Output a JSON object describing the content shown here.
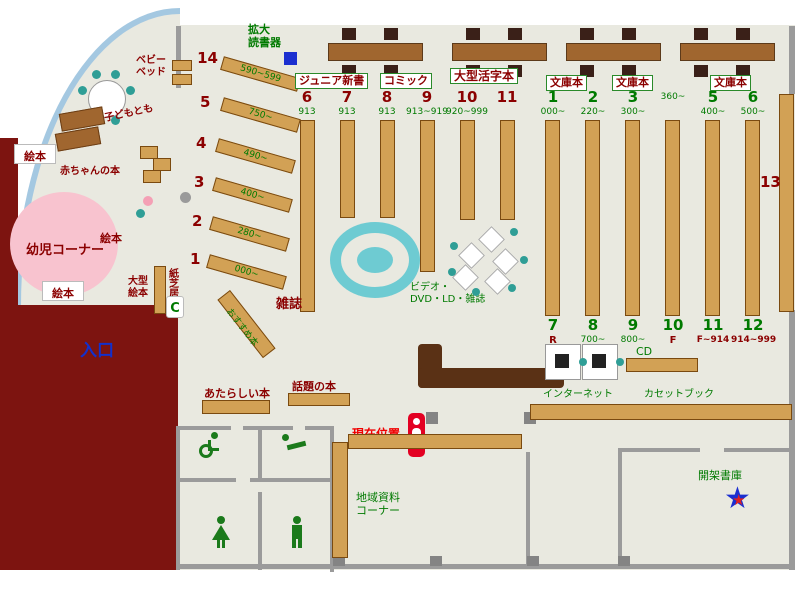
{
  "colors": {
    "floor": "#e9e9e0",
    "wall_gray": "#9b9b9b",
    "maroon": "#7d1410",
    "arc_blue": "#a4c8e1",
    "shelf_tan": "#d2a155",
    "dark_red": "#8b0000",
    "green": "#007a00",
    "pink": "#f8c3cf",
    "teal": "#2f9e96",
    "entrance_blue": "#1230cc",
    "marker_red": "#e30022",
    "counter_brown": "#5a3115",
    "cyan_display": "#6ecbd2"
  },
  "reader_device": {
    "line1": "拡大",
    "line2": "読書器"
  },
  "children": {
    "baby_bed": {
      "line1": "ベビー",
      "line2": "ベッド"
    },
    "kodomo": "子どもとも",
    "akachan": "赤ちゃんの本",
    "yoji_corner": "幼児コーナー",
    "ehon_left": "絵本",
    "ehon_mid": "絵本",
    "ehon_bottom": "絵本",
    "ogata": {
      "line1": "大型",
      "line2": "絵本"
    },
    "kamishibai": "紙芝居",
    "copy_label": "C"
  },
  "entrance": "入口",
  "diagonal_shelves": [
    {
      "num": "14",
      "range": "590~599"
    },
    {
      "num": "5",
      "range": "750~"
    },
    {
      "num": "4",
      "range": "490~"
    },
    {
      "num": "3",
      "range": "400~"
    },
    {
      "num": "2",
      "range": "280~"
    },
    {
      "num": "1",
      "range": "000~"
    }
  ],
  "osusume": "おすすめ本",
  "zasshi": "雑誌",
  "video_label": {
    "line1": "ビデオ・",
    "line2": "DVD・LD・雑誌"
  },
  "section_labels": {
    "junior": "ジュニア新書",
    "comic": "コミック",
    "ogata_katsuji": "大型活字本",
    "bunko1": "文庫本",
    "bunko2": "文庫本",
    "bunko3": "文庫本"
  },
  "group_a": [
    {
      "num": "6",
      "sub": "913"
    },
    {
      "num": "7",
      "sub": "913"
    },
    {
      "num": "8",
      "sub": "913"
    },
    {
      "num": "9",
      "sub": "913~919"
    },
    {
      "num": "10",
      "sub": "920~999"
    },
    {
      "num": "11",
      "sub": ""
    }
  ],
  "group_b_top": [
    {
      "num": "1",
      "sub": "000~"
    },
    {
      "num": "2",
      "sub": "220~"
    },
    {
      "num": "3",
      "sub": "300~"
    },
    {
      "num": "",
      "sub": "360~"
    },
    {
      "num": "5",
      "sub": "400~"
    },
    {
      "num": "6",
      "sub": "500~"
    }
  ],
  "group_b_bottom": [
    {
      "num": "7",
      "sub": "R"
    },
    {
      "num": "8",
      "sub": "700~"
    },
    {
      "num": "9",
      "sub": "800~"
    },
    {
      "num": "10",
      "sub": "F"
    },
    {
      "num": "11",
      "sub": "F~914"
    },
    {
      "num": "12",
      "sub": "914~999"
    }
  ],
  "shelf_13": "13",
  "labels": {
    "new_books": "あたらしい本",
    "topic_books": "話題の本",
    "current_position": "現在位置",
    "internet": "インターネット",
    "cd": "CD",
    "cassette": "カセットブック",
    "chiiki": {
      "line1": "地域資料",
      "line2": "コーナー"
    },
    "kaika": "開架書庫"
  }
}
